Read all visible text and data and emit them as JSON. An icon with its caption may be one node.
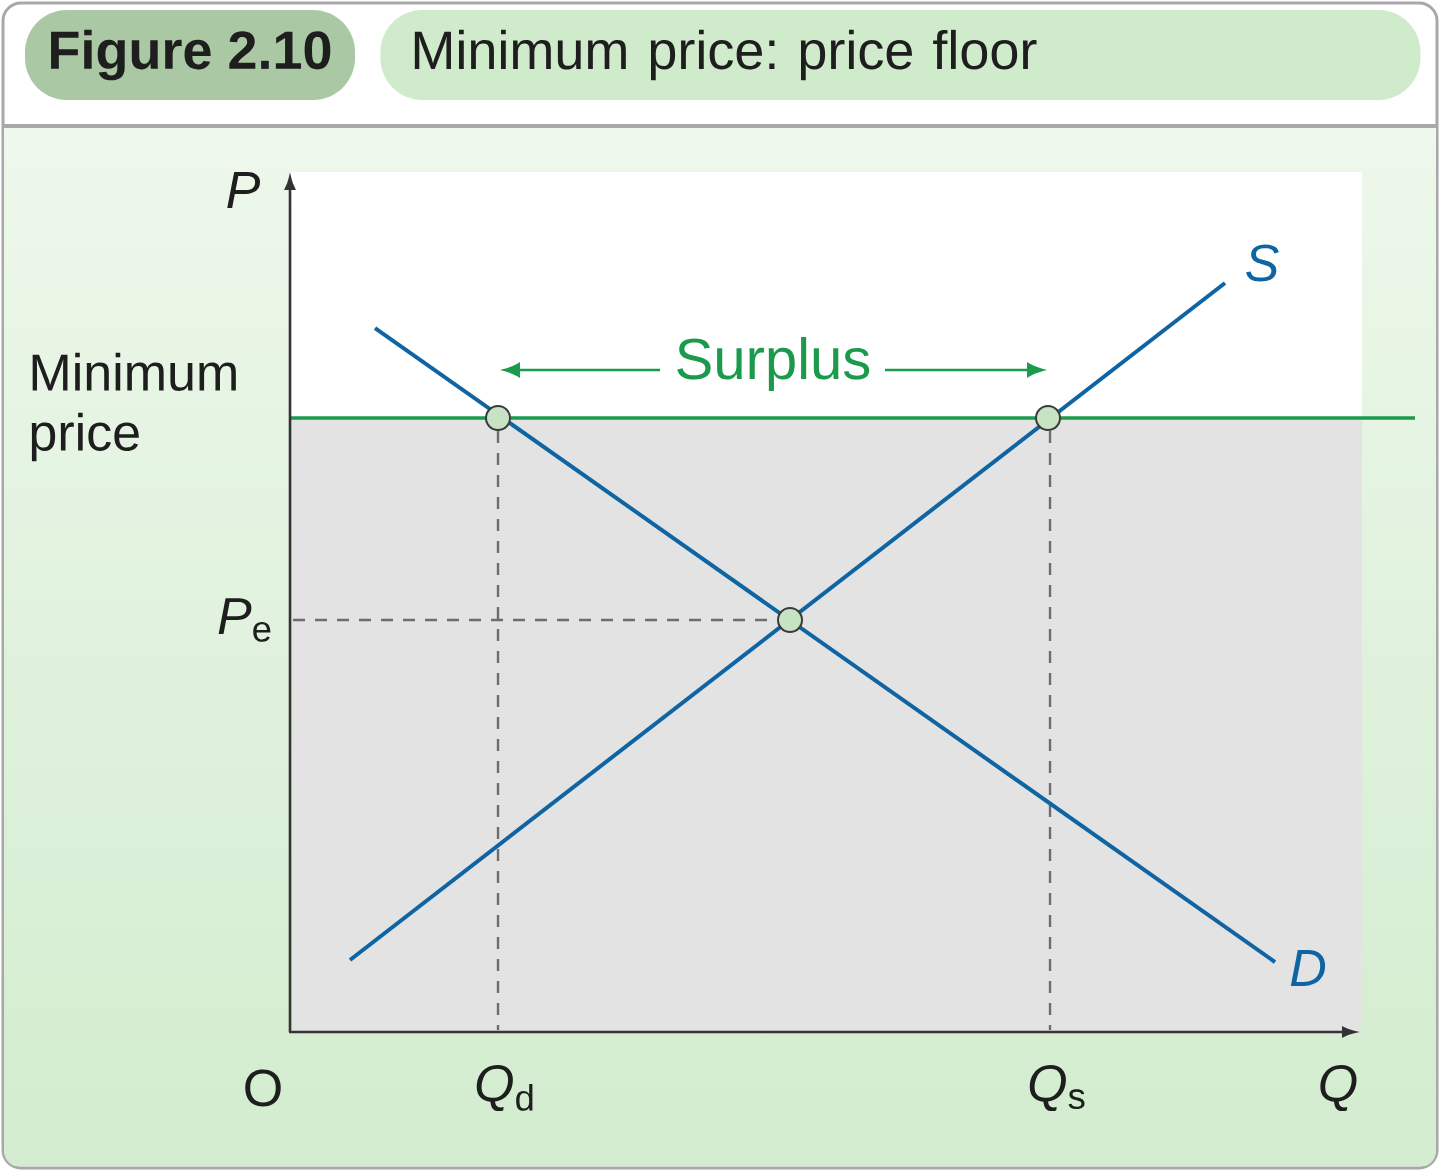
{
  "diagram": {
    "title": "Minimum price: price floor",
    "labels": [
      "Figure 2.10",
      "P",
      "S",
      "Minimum price",
      "Surplus",
      "*P*$_{e}$",
      "D",
      "O",
      "*Q*$_{d}$",
      "*Q*$_{s}$",
      "Q"
    ]
  }
}
